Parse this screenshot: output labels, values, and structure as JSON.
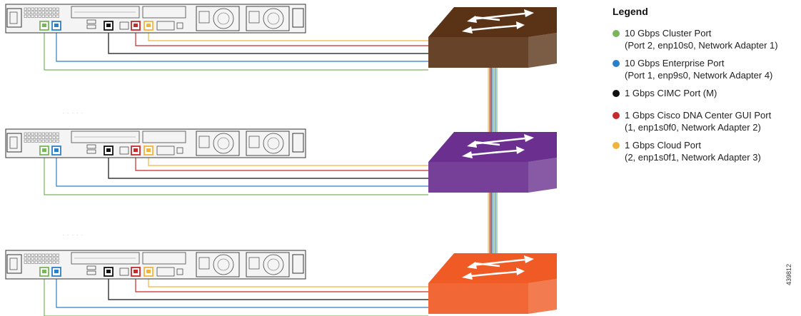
{
  "legend": {
    "title": "Legend",
    "items": [
      {
        "color": "#7ab55c",
        "line1": "10 Gbps Cluster Port",
        "line2": "(Port 2, enp10s0, Network Adapter 1)"
      },
      {
        "color": "#2a7fc9",
        "line1": "10 Gbps Enterprise Port",
        "line2": "(Port 1, enp9s0, Network Adapter 4)"
      },
      {
        "color": "#111111",
        "line1": "1 Gbps CIMC Port (M)",
        "line2": ""
      },
      {
        "color": "#c72a2a",
        "line1": "1 Gbps Cisco DNA Center GUI Port",
        "line2": "(1, enp1s0f0, Network Adapter 2)"
      },
      {
        "color": "#f2b33d",
        "line1": "1 Gbps Cloud Port",
        "line2": "(2, enp1s0f1, Network Adapter 3)"
      }
    ]
  },
  "switch_colors": [
    "#5a3317",
    "#6a2f8f",
    "#f05a24"
  ],
  "figure_number": "439812",
  "faint_marks": [
    ". . . . .",
    ". . . . ."
  ]
}
